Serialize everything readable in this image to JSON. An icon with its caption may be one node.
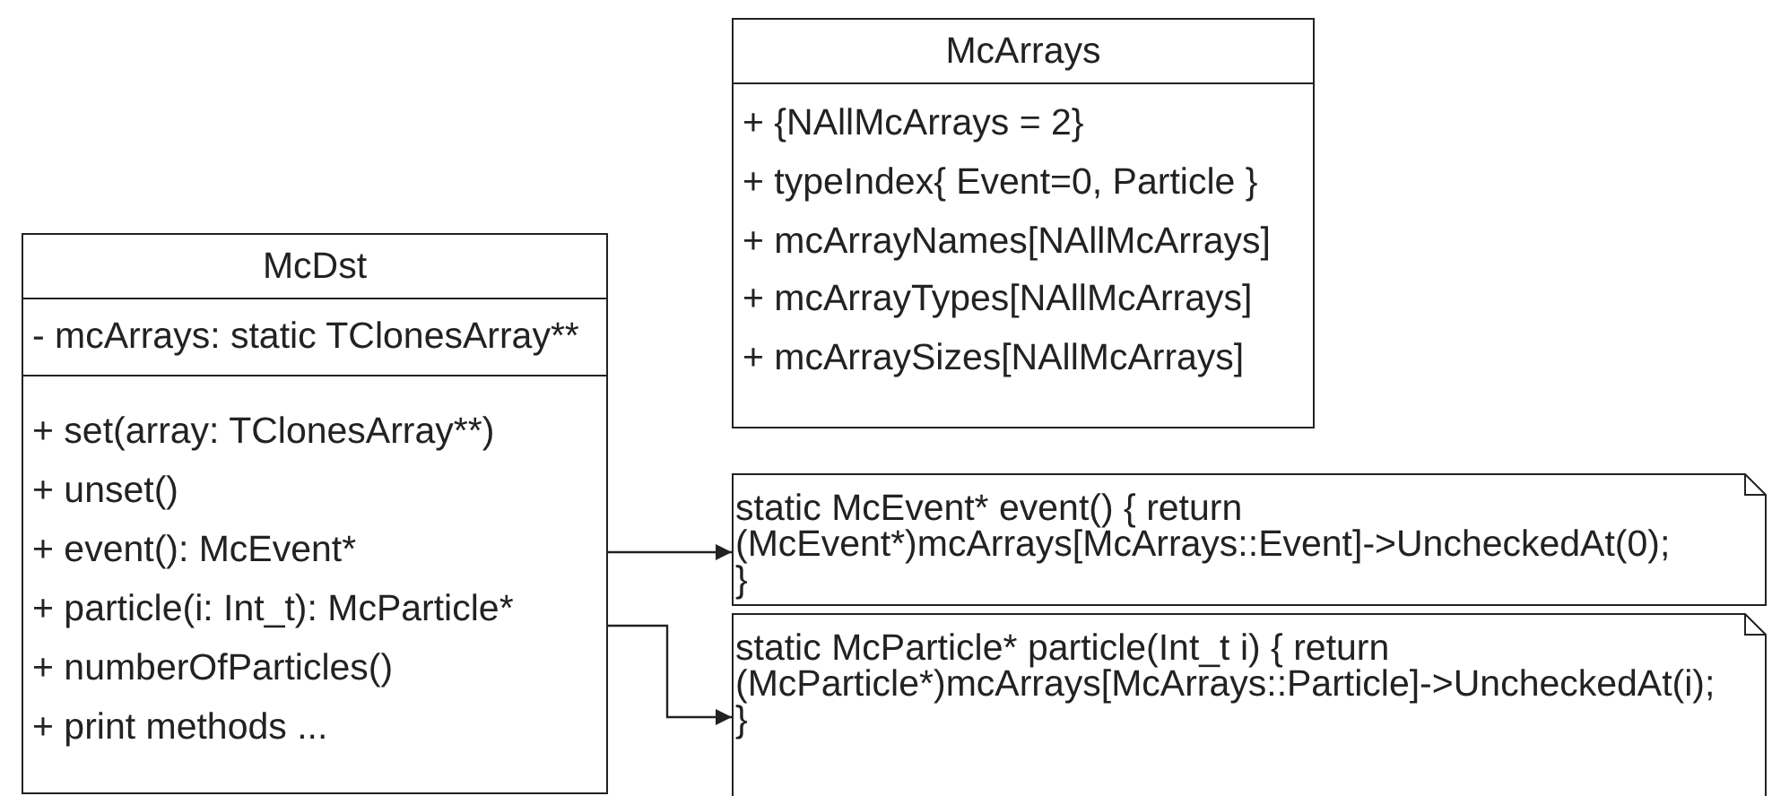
{
  "diagram": {
    "nodes": [
      {
        "text": [
          "McArrays",
          "+ {NAllMcArrays = 2}",
          "+ typeIndex{ Event=0, Particle }",
          "+ mcArrayNames[NAllMcArrays]",
          "+ mcArrayTypes[NAllMcArrays]",
          "+  mcArraySizes[NAllMcArrays]"
        ]
      },
      {
        "text": [
          "McDst",
          "- mcArrays: static TClonesArray**",
          "+  set(array: TClonesArray**)",
          "+  unset()",
          "+ event(): McEvent*",
          "+ particle(i: Int_t): McParticle*",
          "+ numberOfParticles()",
          "+ print methods ..."
        ]
      },
      {
        "text": [
          "static McEvent* event() { return (McEvent*)mcArrays[McArrays::Event]->UncheckedAt(0); }"
        ]
      },
      {
        "text": [
          "static McParticle* particle(Int_t i) { return (McParticle*)mcArrays[McArrays::Particle]->UncheckedAt(i); }"
        ]
      }
    ],
    "edges": [
      {
        "from": 1,
        "to": 2,
        "arrow": "to"
      },
      {
        "from": 1,
        "to": 3,
        "arrow": "to"
      }
    ]
  }
}
